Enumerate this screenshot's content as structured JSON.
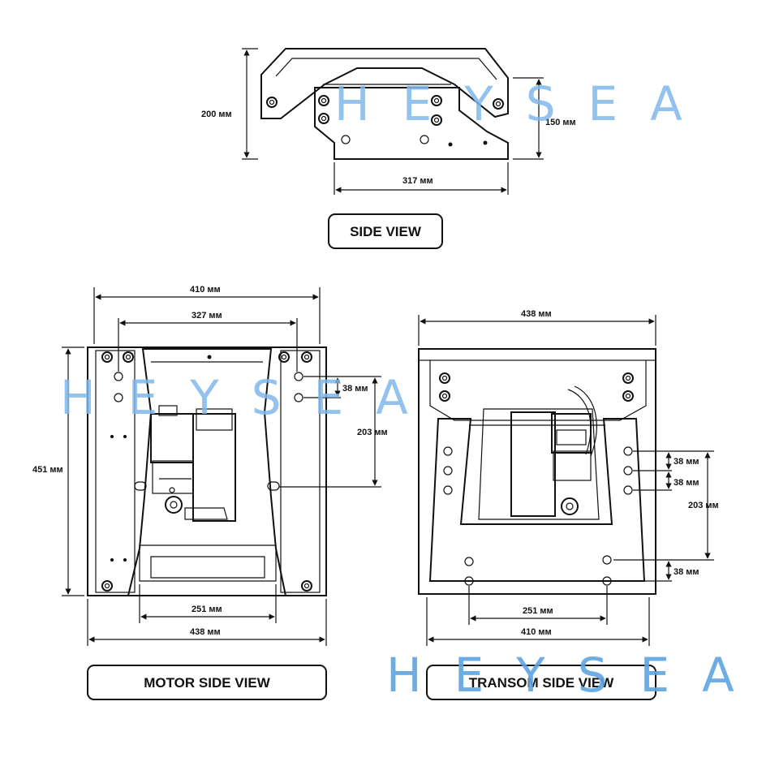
{
  "watermark": "HEYSEA",
  "side_view": {
    "title": "SIDE VIEW",
    "dim_height": "200 мм",
    "dim_bracket_height": "150 мм",
    "dim_width": "317 мм"
  },
  "motor_side_view": {
    "title": "MOTOR SIDE VIEW",
    "dim_top_outer": "410 мм",
    "dim_top_inner": "327 мм",
    "dim_hole_spacing": "38 мм",
    "dim_hole_span": "203 мм",
    "dim_height": "451 мм",
    "dim_bottom_inner": "251 мм",
    "dim_bottom_outer": "438 мм"
  },
  "transom_side_view": {
    "title": "TRANSOM SIDE VIEW",
    "dim_top": "438 мм",
    "dim_hole_spacing_1": "38 мм",
    "dim_hole_spacing_2": "38 мм",
    "dim_hole_span": "203 мм",
    "dim_hole_spacing_3": "38 мм",
    "dim_bottom_inner": "251 мм",
    "dim_bottom_outer": "410 мм"
  },
  "colors": {
    "line": "#111111",
    "watermark": "#7fb8ea"
  }
}
